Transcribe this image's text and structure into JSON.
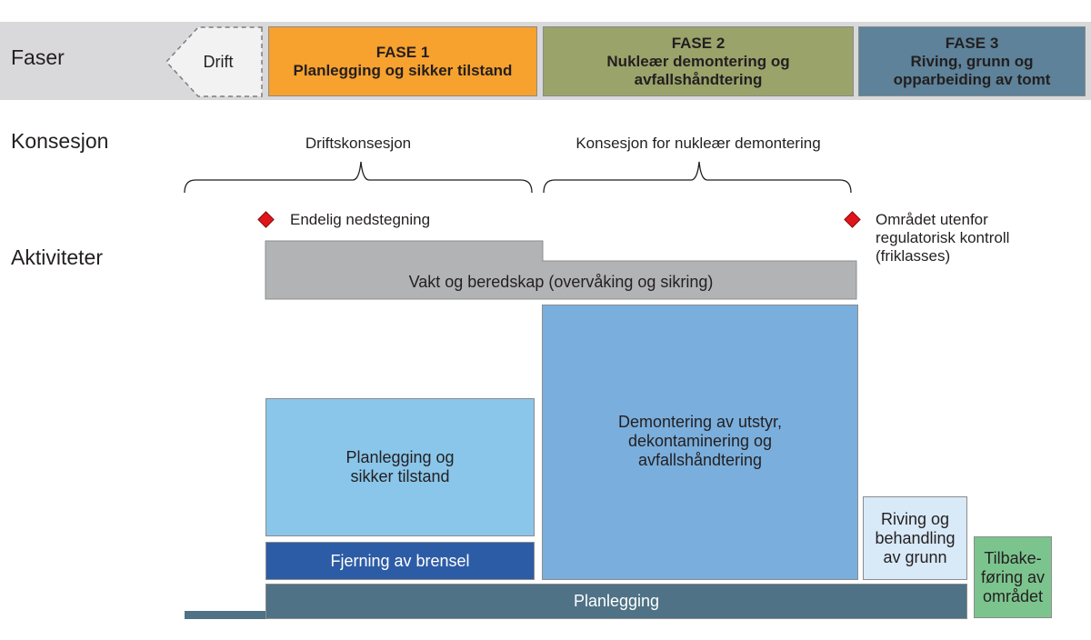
{
  "row_labels": {
    "phases": "Faser",
    "licenses": "Konsesjon",
    "activities": "Aktiviteter"
  },
  "phases": [
    {
      "label": "Drift"
    },
    {
      "title": "FASE 1",
      "subtitle": "Planlegging og sikker tilstand",
      "color": "#f7a12e"
    },
    {
      "title": "FASE 2",
      "subtitle": "Nukleær demontering og avfallshåndtering",
      "color": "#9aa36a"
    },
    {
      "title": "FASE 3",
      "subtitle": "Riving, grunn og opparbeiding av tomt",
      "color": "#5d8299"
    }
  ],
  "licenses": [
    {
      "label": "Driftskonsesjon"
    },
    {
      "label": "Konsesjon for nukleær demontering"
    }
  ],
  "milestones": [
    {
      "label": "Endelig nedstegning",
      "color": "#e0151b"
    },
    {
      "label": "Området utenfor regulatorisk kontroll (friklasses)",
      "color": "#e0151b"
    }
  ],
  "activities": {
    "security": {
      "label": "Vakt og beredskap (overvåking og sikring)",
      "color": "#b2b3b5"
    },
    "planning_safe": {
      "label": "Planlegging og sikker tilstand",
      "color": "#8ac6ea"
    },
    "fuel_removal": {
      "label": "Fjerning av brensel",
      "color": "#2d5ca6"
    },
    "dismantling": {
      "label": "Demontering av utstyr, dekontaminering og avfallshåndtering",
      "color": "#7aaedc"
    },
    "demolition": {
      "label": "Riving og behandling av grunn",
      "color": "#d8e9f8"
    },
    "restoration": {
      "label": "Tilbake-føring av området",
      "color": "#7cc48e"
    },
    "planning": {
      "label": "Planlegging",
      "color": "#4f7286"
    }
  }
}
